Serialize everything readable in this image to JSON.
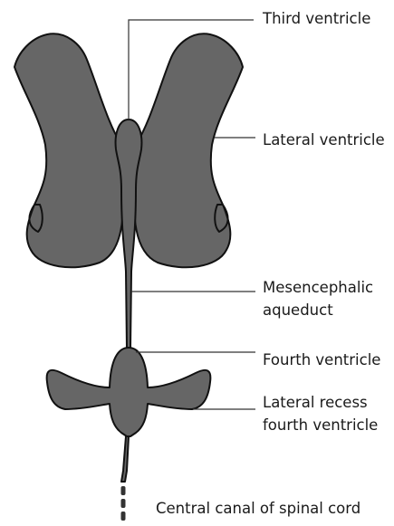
{
  "diagram": {
    "labels": {
      "third_ventricle": "Third ventricle",
      "lateral_ventricle": "Lateral ventricle",
      "mesencephalic_aqueduct_line1": "Mesencephalic",
      "mesencephalic_aqueduct_line2": "aqueduct",
      "fourth_ventricle": "Fourth ventricle",
      "lateral_recess_line1": "Lateral recess",
      "lateral_recess_line2": "fourth ventricle",
      "central_canal": "Central canal of spinal cord"
    },
    "colors": {
      "fill": "#666666",
      "outline": "#111111",
      "leader": "#333333",
      "text": "#1a1a1a"
    }
  }
}
